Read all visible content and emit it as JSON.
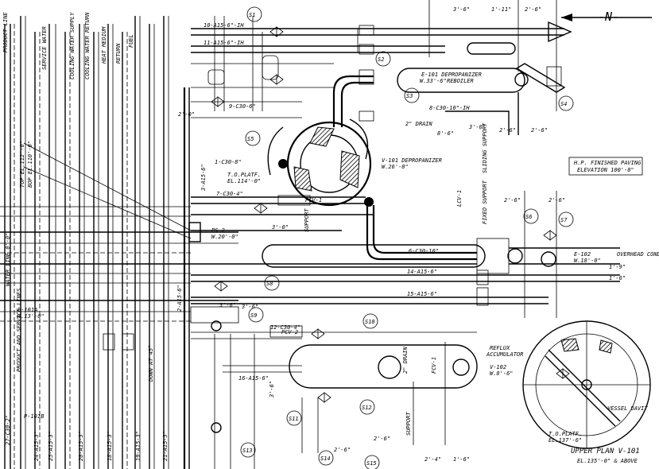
{
  "north_arrow": {
    "label": "-N-"
  },
  "vertical_labels": {
    "product_line": "PRODUCT LINE",
    "service_water": "SERVICE WATER",
    "cooling_water_supply": "COOLING WATER SUPPLY",
    "cooling_water_return": "COOLING WATER RETURN",
    "heating_medium": "HEAT MEDIUM",
    "returns": "RETURN",
    "fuel": "FUEL",
    "water_line": "WATER LINE 0'-0\"",
    "product_and_service_lines": "PRODUCT AND SERVICE LINES",
    "top_el": "TOP EL.112'-0\"",
    "bop_el": "BOP EL.110'-0\""
  },
  "equipment": {
    "e101_tag": "E-101 DEPROPANIZER",
    "e101_sub": "REBOILER",
    "e101_elev": "W.33'-6\"",
    "v101_tag": "V-101 DEPROPANIZER",
    "v101_elev": "W.26'-0\"",
    "e102_tag": "E-102",
    "e102_elev": "W.18'-0\"",
    "overhead_condenser": "OVERHEAD CONDENSER",
    "reflux_accumulator_1": "REFLUX",
    "reflux_accumulator_2": "ACCUMULATOR",
    "v102_tag": "V-102",
    "v102_elev": "W.8'-6\"",
    "upper_plan": "UPPER PLAN V-101",
    "upper_plan_sub": "EL.135'-0\" & ABOVE",
    "to_platf": "T.O.PLATF.",
    "to_platf_el": "EL.114'-0\"",
    "to_platf2": "T.O.PLATF.",
    "to_platf2_el": "EL.137'-6\"",
    "vessel_davit": "VESSEL DAVIT"
  },
  "notes": {
    "finished_paving": "H.P. FINISHED PAVING",
    "elevation": "ELEVATION 100'-0\""
  },
  "line_labels": {
    "l10": "10-A15-6\"-IH",
    "l11": "11-A15-6\"-IH",
    "l9": "9-C30-6\"",
    "l8": "8-C30-10\"-IH",
    "l1": "1-C30-8\"",
    "l7": "7-C30-4\"",
    "l6": "6-C30-10\"",
    "l14": "14-A15-6\"",
    "l15": "15-A15-6\"",
    "l12": "12-C30-4\"",
    "l16": "16-A15-6\"",
    "l2a": "2-A15-6\"",
    "l3a": "3-A15-6\"",
    "l27": "27-C30-2\"",
    "l24": "24-A15-3\"",
    "l25": "25-A15-3\"",
    "l20": "20-A15-3\"",
    "l18": "18-A15-3\"",
    "l19": "19-A15-3\"",
    "l21": "21-A15-3\"",
    "p1014": "P-101A",
    "p1014_el": "W.13'-0\"",
    "p1016": "P-101B",
    "ps2": "PS-2",
    "ps2_el": "W.20'-0\"",
    "pcv1": "PCV-1",
    "pcv2": "PCV-2",
    "lcv1": "LCV-1",
    "fcv1": "FCV-1",
    "drain": "2\" DRAIN",
    "c_drain": "2\" DRAIN",
    "support1": "SUPPORT",
    "support2": "SUPPORT",
    "sliding_support": "SLIDING SUPPORT",
    "fixed_support": "FIXED SUPPORT",
    "down_at": "DOWN AT 45°"
  },
  "dimensions": {
    "d1": "3'-6\"",
    "d2": "1'-11\"",
    "d3": "2'-6\"",
    "d4": "3'-0\"",
    "d5": "2'-0\"",
    "d6": "8'-6\"",
    "d7": "2'-6\"",
    "d8": "2'-6\"",
    "d9": "3'-0\"",
    "d10": "3'-6\"",
    "d11": "2'-6\"",
    "d12": "2'-6\"",
    "d13": "2'-4\"",
    "d14": "1'-6\"",
    "d15": "2'-6\"",
    "d16": "2'-6\"",
    "d17": "3'-6\"",
    "d18": "3'-6\"",
    "d19": "1'-9\"",
    "d20": "1'-6\""
  },
  "balloons": {
    "b1": "S1",
    "b2": "S2",
    "b3": "S3",
    "b4": "S4",
    "b5": "S5",
    "b6": "S6",
    "b7": "S7",
    "b8": "S8",
    "b9": "S9",
    "b10": "S10",
    "b11": "S11",
    "b12": "S12",
    "b13": "S13",
    "b14": "S14",
    "b15": "S15"
  }
}
